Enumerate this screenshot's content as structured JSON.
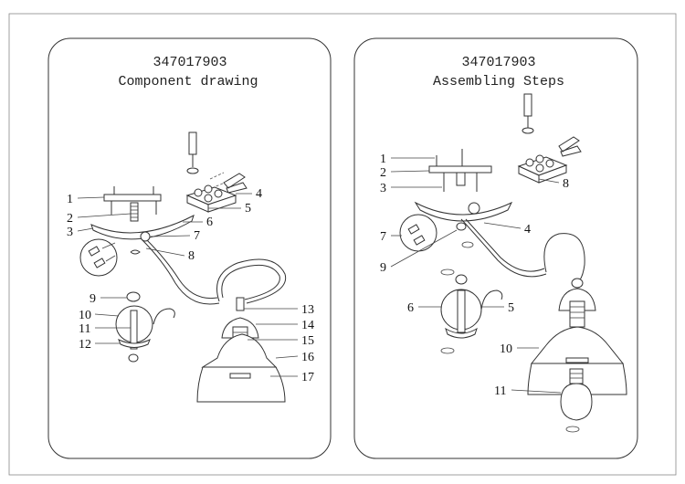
{
  "panels": [
    {
      "code": "347017903",
      "heading": "Component drawing",
      "callouts": [
        "1",
        "2",
        "3",
        "4",
        "5",
        "6",
        "7",
        "8",
        "9",
        "10",
        "11",
        "12",
        "13",
        "14",
        "15",
        "16",
        "17"
      ]
    },
    {
      "code": "347017903",
      "heading": "Assembling Steps",
      "callouts": [
        "1",
        "2",
        "3",
        "4",
        "5",
        "6",
        "7",
        "8",
        "9",
        "10",
        "11"
      ]
    }
  ]
}
